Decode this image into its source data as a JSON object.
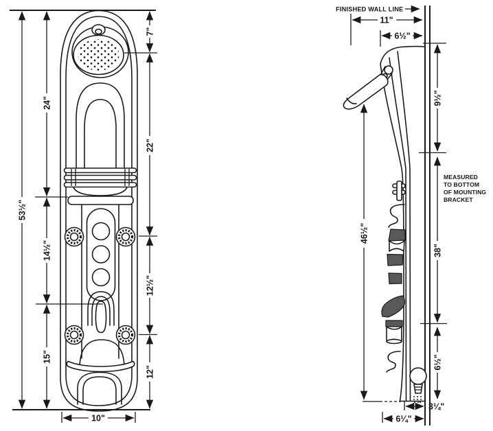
{
  "front_view": {
    "dims": {
      "total_height": "53½\"",
      "top_to_shelf": "24\"",
      "shelf_to_diverter": "14½\"",
      "diverter_to_bottom": "15\"",
      "top_to_showerhead": "7\"",
      "showerhead_to_top_jets": "22\"",
      "top_jets_to_bottom_jets": "12½\"",
      "bottom_jets_to_bottom": "12\"",
      "panel_width": "10\""
    }
  },
  "side_view": {
    "wall_label": "FINISHED WALL LINE",
    "note_lines": [
      "MEASURED",
      "TO BOTTOM",
      "OF MOUNTING",
      "BRACKET"
    ],
    "dims": {
      "showerhead_to_wall": "11\"",
      "panel_top_depth": "6½\"",
      "top_to_bracket": "9½\"",
      "bracket_height": "38\"",
      "showerhead_height": "46½\"",
      "spout_section_height": "6½\"",
      "spout_to_wall": "3¼\"",
      "base_depth": "6¼\""
    }
  }
}
